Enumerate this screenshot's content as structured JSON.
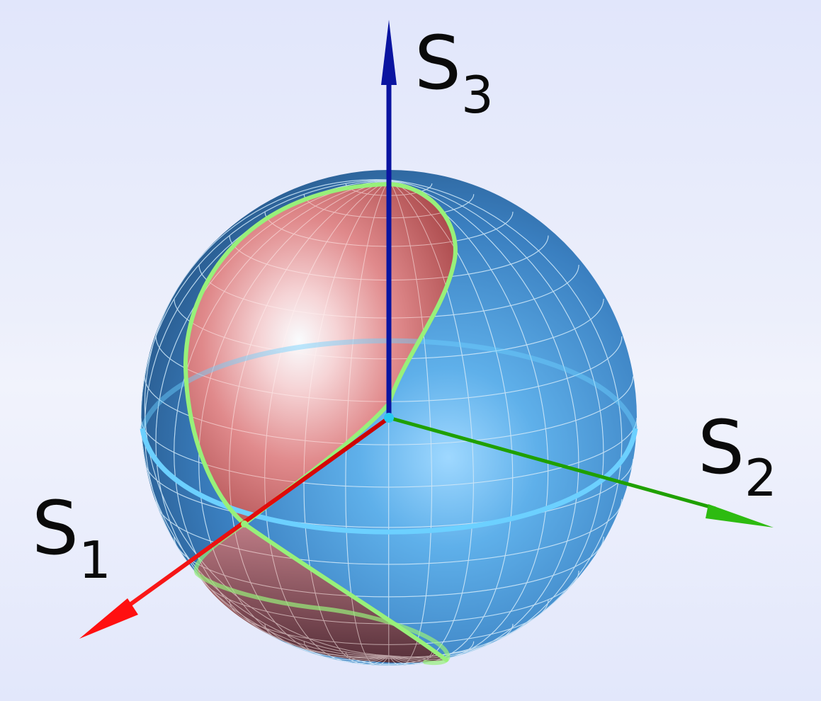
{
  "axes": {
    "s1": {
      "symbol": "S",
      "subscript": "1",
      "color": "#e60000"
    },
    "s2": {
      "symbol": "S",
      "subscript": "2",
      "color": "#1fa000"
    },
    "s3": {
      "symbol": "S",
      "subscript": "3",
      "color": "#0a14a0"
    }
  },
  "sphere": {
    "color": "#3a86c8",
    "grid_color": "#8fd8ff",
    "equator_color": "#6cd0ff"
  },
  "region": {
    "color": "#e06060"
  },
  "trajectory": {
    "color": "#98f07a"
  }
}
